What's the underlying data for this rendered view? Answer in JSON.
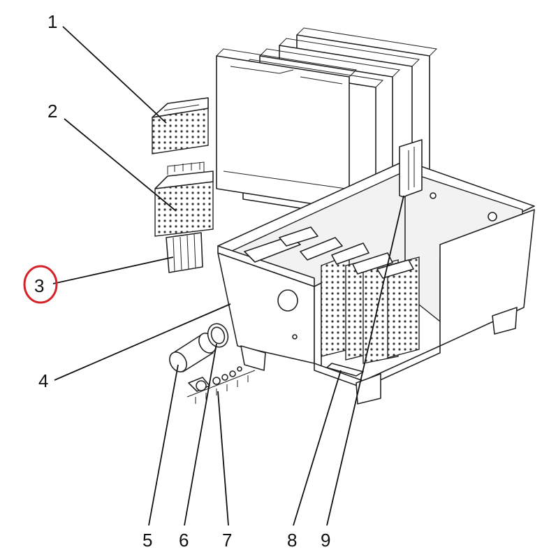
{
  "callouts": [
    {
      "id": "1",
      "label": "1"
    },
    {
      "id": "2",
      "label": "2"
    },
    {
      "id": "3",
      "label": "3",
      "highlighted": true
    },
    {
      "id": "4",
      "label": "4"
    },
    {
      "id": "5",
      "label": "5"
    },
    {
      "id": "6",
      "label": "6"
    },
    {
      "id": "7",
      "label": "7"
    },
    {
      "id": "8",
      "label": "8"
    },
    {
      "id": "9",
      "label": "9"
    }
  ],
  "colors": {
    "line": "#222222",
    "highlight": "#d6232a",
    "background": "#ffffff"
  }
}
